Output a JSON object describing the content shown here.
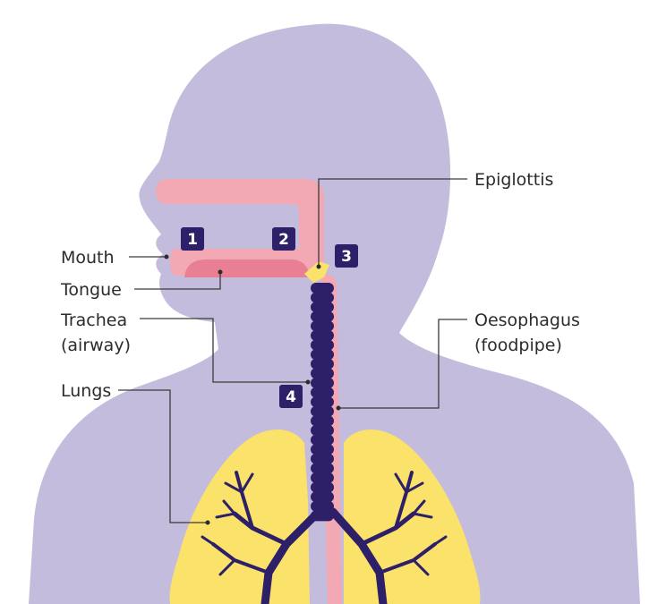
{
  "labels": {
    "mouth": "Mouth",
    "tongue": "Tongue",
    "trachea_1": "Trachea",
    "trachea_2": "(airway)",
    "lungs": "Lungs",
    "epiglottis": "Epiglottis",
    "oesophagus_1": "Oesophagus",
    "oesophagus_2": "(foodpipe)"
  },
  "badges": [
    "1",
    "2",
    "3",
    "4"
  ],
  "colors": {
    "body": "#c4bcdc",
    "passage": "#f3a9b3",
    "tongue": "#e87f93",
    "epiglottis": "#fbe26b",
    "trachea": "#2d1f68",
    "lungs": "#fbe26b",
    "badge": "#2d1f68"
  }
}
